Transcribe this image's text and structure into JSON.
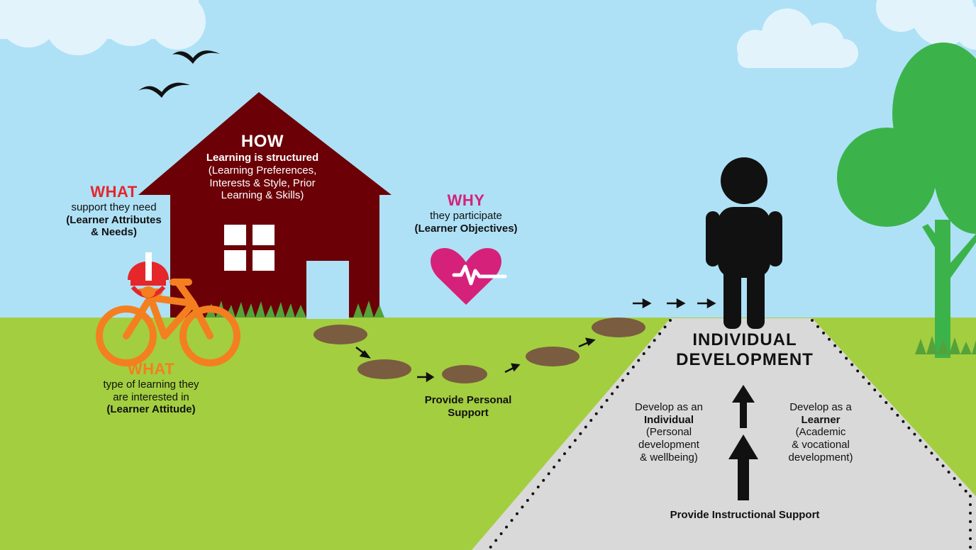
{
  "colors": {
    "sky": "#aee1f6",
    "grass": "#a3ce40",
    "house": "#6b0006",
    "path": "#d9d9d9",
    "what_red": "#e5262b",
    "what_orange": "#f47f20",
    "why_pink": "#d6217a",
    "tree": "#3bb34a",
    "stones": "#7a5c40"
  },
  "icons": [
    "bird-icon",
    "house-icon",
    "heart-pulse-icon",
    "bicycle-icon",
    "helmet-icon",
    "person-icon",
    "tree-icon",
    "cloud-icon"
  ],
  "how": {
    "title": "HOW",
    "subtitle": "Learning is structured",
    "line1": "(Learning Preferences,",
    "line2": "Interests & Style, Prior",
    "line3": "Learning & Skills)"
  },
  "what_support": {
    "title": "WHAT",
    "line1": "support they need",
    "bold1": "(Learner Attributes",
    "bold2": "& Needs)"
  },
  "why": {
    "title": "WHY",
    "line1": "they participate",
    "bold1": "(Learner Objectives)"
  },
  "what_type": {
    "title": "WHAT",
    "line1": "type of learning they",
    "line2": "are interested in",
    "bold1": "(Learner Attitude)"
  },
  "personal_support": {
    "line1": "Provide Personal",
    "line2": "Support"
  },
  "individual_development": {
    "line1": "INDIVIDUAL",
    "line2": "DEVELOPMENT"
  },
  "develop_individual": {
    "line1": "Develop as an",
    "bold": "Individual",
    "line2": "(Personal",
    "line3": "development",
    "line4": "& wellbeing)"
  },
  "develop_learner": {
    "line1": "Develop as a",
    "bold": "Learner",
    "line2": "(Academic",
    "line3": "& vocational",
    "line4": "development)"
  },
  "instructional_support": {
    "line1": "Provide Instructional Support"
  }
}
